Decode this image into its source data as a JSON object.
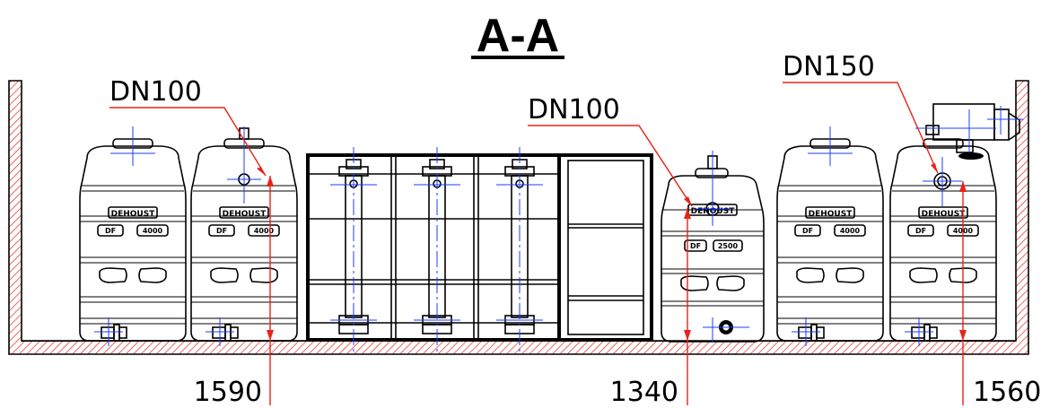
{
  "title": "A-A",
  "callouts": [
    {
      "id": "left-inlet",
      "label": "DN100"
    },
    {
      "id": "middle-inlet",
      "label": "DN100"
    },
    {
      "id": "right-inlet",
      "label": "DN150"
    }
  ],
  "dimensions": [
    {
      "id": "left-height",
      "value": "1590"
    },
    {
      "id": "middle-height",
      "value": "1340"
    },
    {
      "id": "right-height",
      "value": "1560"
    }
  ],
  "tanks": {
    "brand": "DEHOUST",
    "type_label": "DF",
    "large_volume": "4000",
    "small_volume": "2500"
  },
  "colors": {
    "outline": "#000000",
    "axis_lines": "#1e3cff",
    "callouts_and_dimensions": "#e8231a",
    "hatch": "#e8231a"
  }
}
